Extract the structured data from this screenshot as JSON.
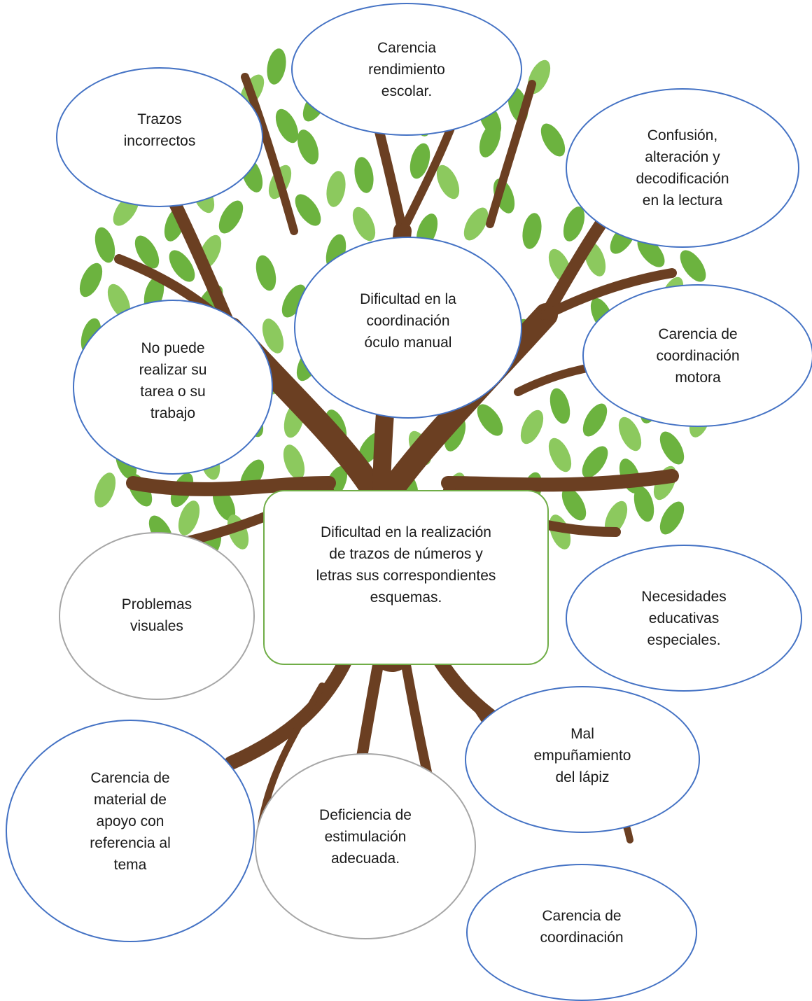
{
  "diagram": {
    "central_problem": "Dificultad en la realización\nde trazos de números y\nletras sus correspondientes\nesquemas.",
    "effects": [
      "Carencia\nrendimiento\nescolar.",
      "Trazos\nincorrectos",
      "Confusión,\nalteración y\ndecodificación\nen la lectura",
      "Dificultad en la\ncoordinación\nóculo manual",
      "No puede\nrealizar su\ntarea o  su\ntrabajo",
      "Carencia de\ncoordinación\nmotora"
    ],
    "causes": [
      "Problemas\nvisuales",
      "Necesidades\neducativas\nespeciales.",
      "Mal\nempuñamiento\ndel lápiz",
      "Carencia de\nmaterial de\napoyo con\nreferencia al\ntema",
      "Deficiencia de\nestimulación\nadecuada.",
      "Carencia de\ncoordinación"
    ]
  },
  "colors": {
    "ellipse_border": "#4472c4",
    "cause_gray_border": "#a6a6a6",
    "central_border": "#70ad47",
    "leaf": "#6cb33f",
    "leaf_light": "#8cc95e",
    "trunk": "#6b3f22"
  }
}
